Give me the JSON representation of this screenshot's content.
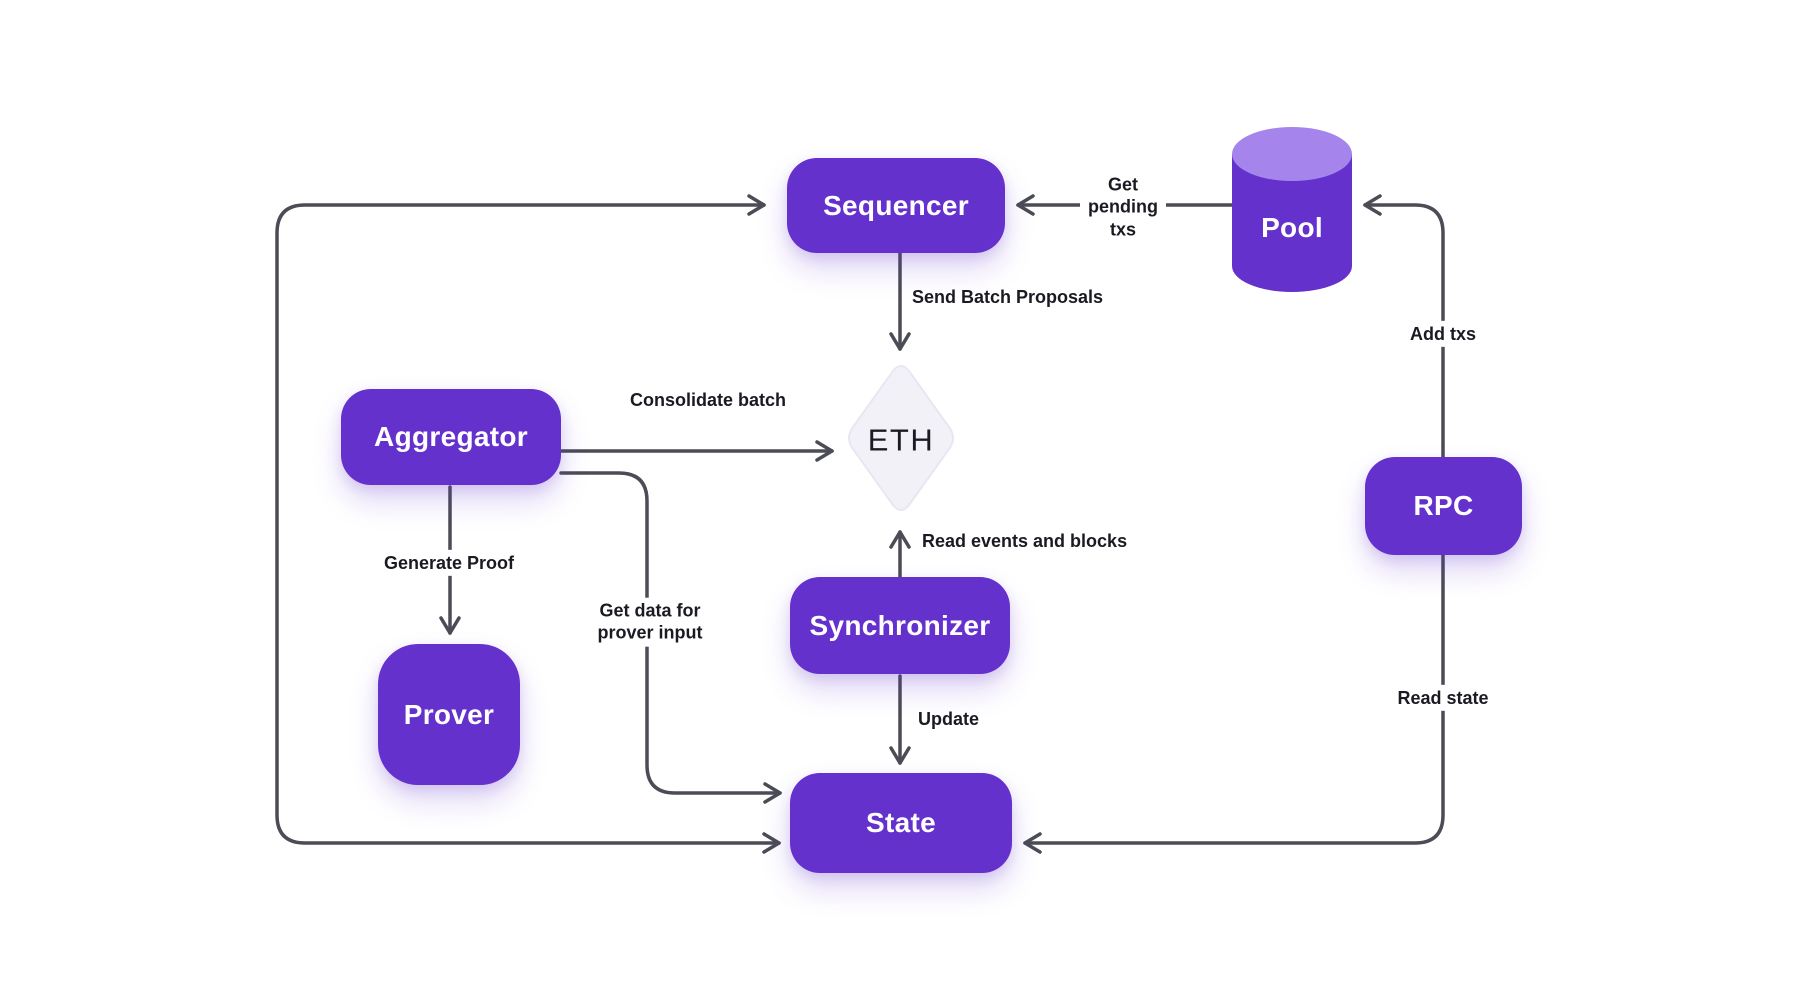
{
  "diagram": {
    "colors": {
      "node_fill": "#6531cd",
      "node_text": "#ffffff",
      "pool_top_fill": "#a585ec",
      "eth_diamond_fill": "#f3f1f8",
      "edge_stroke": "#4b4c55",
      "edge_label_text": "#1a1a22",
      "background": "#ffffff"
    },
    "nodes": [
      {
        "id": "sequencer",
        "label": "Sequencer",
        "shape": "rounded-box"
      },
      {
        "id": "pool",
        "label": "Pool",
        "shape": "cylinder"
      },
      {
        "id": "aggregator",
        "label": "Aggregator",
        "shape": "rounded-box"
      },
      {
        "id": "eth",
        "label": "ETH",
        "shape": "diamond"
      },
      {
        "id": "rpc",
        "label": "RPC",
        "shape": "rounded-box"
      },
      {
        "id": "synchronizer",
        "label": "Synchronizer",
        "shape": "rounded-box"
      },
      {
        "id": "prover",
        "label": "Prover",
        "shape": "rounded-box"
      },
      {
        "id": "state",
        "label": "State",
        "shape": "rounded-box"
      }
    ],
    "edges": [
      {
        "from": "pool",
        "to": "sequencer",
        "label": "Get pending txs",
        "label_lines": [
          "Get",
          "pending",
          "txs"
        ]
      },
      {
        "from": "sequencer",
        "to": "eth",
        "label": "Send Batch Proposals"
      },
      {
        "from": "aggregator",
        "to": "eth",
        "label": "Consolidate batch"
      },
      {
        "from": "aggregator",
        "to": "prover",
        "label": "Generate Proof"
      },
      {
        "from": "aggregator",
        "to": "state",
        "label": "Get data for prover input",
        "label_lines": [
          "Get data for",
          "prover input"
        ]
      },
      {
        "from": "synchronizer",
        "to": "eth",
        "label": "Read events and blocks"
      },
      {
        "from": "synchronizer",
        "to": "state",
        "label": "Update"
      },
      {
        "from": "rpc",
        "to": "pool",
        "label": "Add txs"
      },
      {
        "from": "rpc",
        "to": "state",
        "label": "Read state"
      },
      {
        "from": "state",
        "to": "sequencer",
        "label": "",
        "bidirectional": true
      }
    ]
  }
}
